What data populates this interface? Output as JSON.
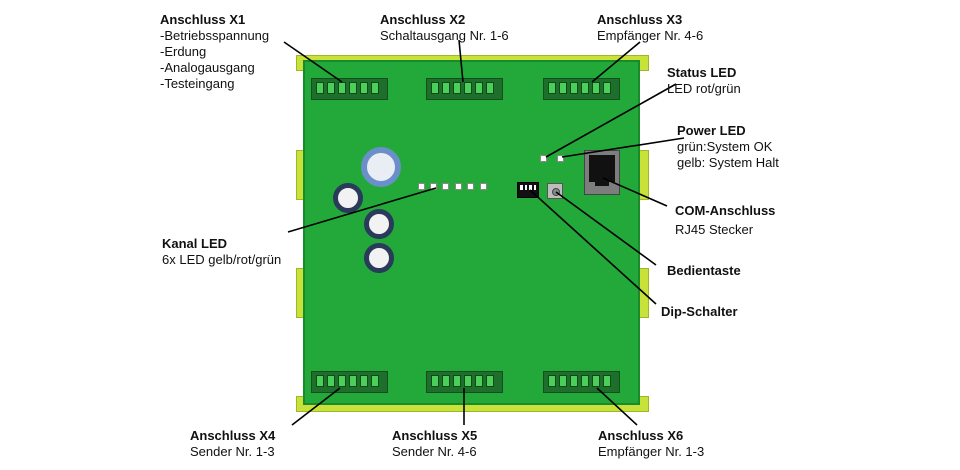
{
  "labels": {
    "x1": {
      "title": "Anschluss X1",
      "lines": [
        "-Betriebsspannung",
        "-Erdung",
        "-Analogausgang",
        "-Testeingang"
      ]
    },
    "x2": {
      "title": "Anschluss X2",
      "sub": "Schaltausgang Nr. 1-6"
    },
    "x3": {
      "title": "Anschluss X3",
      "sub": "Empfänger Nr. 4-6"
    },
    "status_led": {
      "title": "Status LED",
      "sub": "LED rot/grün"
    },
    "power_led": {
      "title": "Power LED",
      "lines": [
        "grün:System OK",
        "gelb: System Halt"
      ]
    },
    "com": {
      "title": "COM-Anschluss",
      "sub": "RJ45 Stecker"
    },
    "bedientaste": {
      "title": "Bedientaste"
    },
    "dip": {
      "title": "Dip-Schalter"
    },
    "kanal_led": {
      "title": "Kanal LED",
      "sub": "6x LED gelb/rot/grün"
    },
    "x4": {
      "title": "Anschluss X4",
      "sub": "Sender Nr. 1-3"
    },
    "x5": {
      "title": "Anschluss X5",
      "sub": "Sender Nr. 4-6"
    },
    "x6": {
      "title": "Anschluss X6",
      "sub": "Empfänger Nr. 1-3"
    }
  },
  "colors": {
    "board": "#22a93a",
    "rail": "#c8e23a",
    "connector": "#1f6f2c"
  }
}
